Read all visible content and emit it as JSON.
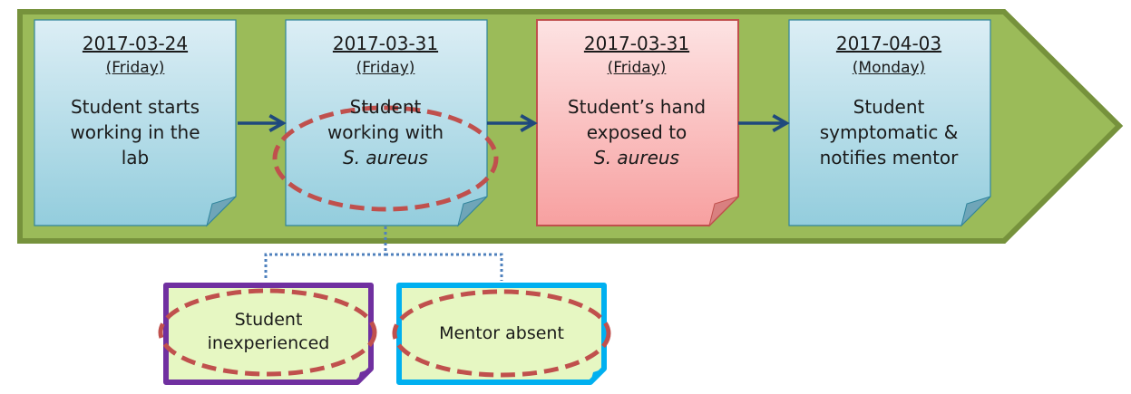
{
  "diagram": {
    "type": "incident timeline",
    "colors": {
      "arrow_fill": "#9bbb59",
      "arrow_outline": "#76923c",
      "note_blue_top": "#dbeef4",
      "note_blue_bottom": "#92cddc",
      "note_blue_border": "#31859c",
      "note_red_top": "#fde2e2",
      "note_red_bottom": "#f8a0a0",
      "note_red_border": "#c0504d",
      "connector_arrow": "#1f497d",
      "highlight_dash": "#c0504d",
      "dotted_connector": "#4f81bd",
      "cause_fill": "#e6f7c2",
      "cause_purple_border": "#7030a0",
      "cause_blue_border": "#00b0f0"
    },
    "timeline": [
      {
        "date": "2017-03-24",
        "day": "(Friday)",
        "lines": [
          "Student starts",
          "working in the",
          "lab"
        ],
        "italic_line": null,
        "style": "blue",
        "highlighted": false
      },
      {
        "date": "2017-03-31",
        "day": "(Friday)",
        "lines": [
          "Student",
          "working with"
        ],
        "italic_line": "S. aureus",
        "style": "blue",
        "highlighted": true
      },
      {
        "date": "2017-03-31",
        "day": "(Friday)",
        "lines": [
          "Student’s hand",
          "exposed to"
        ],
        "italic_line": "S. aureus",
        "style": "red",
        "highlighted": false
      },
      {
        "date": "2017-04-03",
        "day": "(Monday)",
        "lines": [
          "Student",
          "symptomatic &",
          "notifies mentor"
        ],
        "italic_line": null,
        "style": "blue",
        "highlighted": false
      }
    ],
    "contributing_factors": [
      {
        "lines": [
          "Student",
          "inexperienced"
        ],
        "border": "purple",
        "highlighted": true
      },
      {
        "lines": [
          "Mentor absent"
        ],
        "border": "blue",
        "highlighted": true
      }
    ]
  }
}
